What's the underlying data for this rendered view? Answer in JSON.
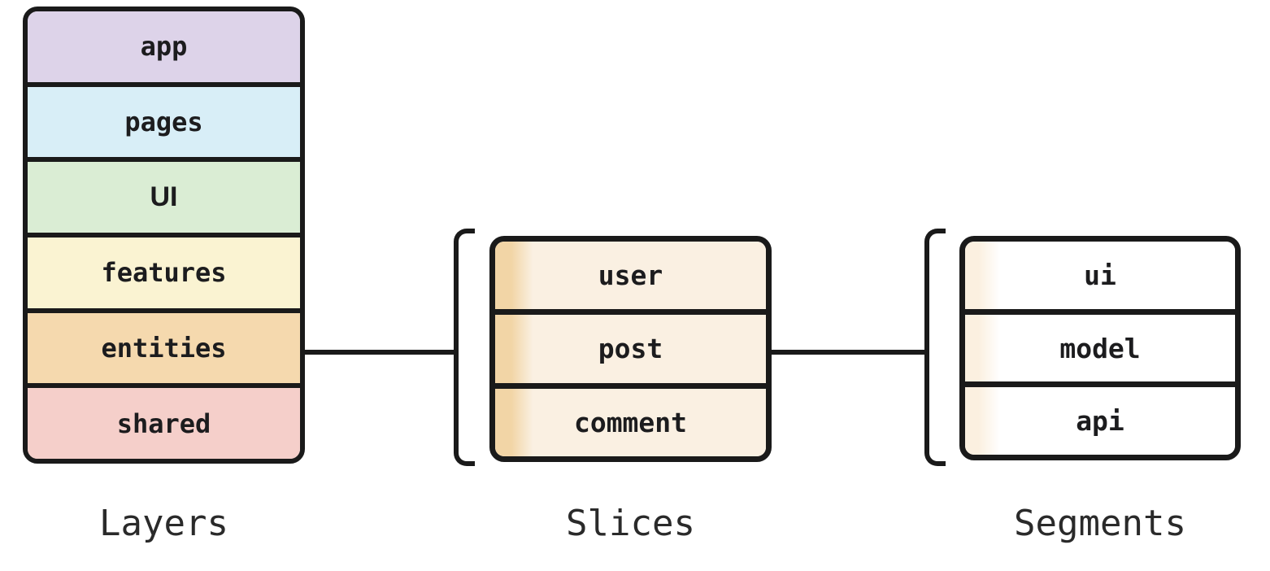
{
  "page": {
    "background_color": "#ffffff",
    "line_color": "#1a1a1a",
    "text_color": "#1c1c1e"
  },
  "columns": [
    {
      "name": "layers",
      "caption": "Layers",
      "rows": [
        {
          "label": "app",
          "color": "#ddd3e9"
        },
        {
          "label": "pages",
          "color": "#d8eef7"
        },
        {
          "label": "UI",
          "color": "#daedd4"
        },
        {
          "label": "features",
          "color": "#faf3d2"
        },
        {
          "label": "entities",
          "color": "#f5d9ae"
        },
        {
          "label": "shared",
          "color": "#f5cfca"
        }
      ]
    },
    {
      "name": "slices",
      "caption": "Slices",
      "rows": [
        {
          "label": "user"
        },
        {
          "label": "post"
        },
        {
          "label": "comment"
        }
      ],
      "row_base_color": "#faf0e2",
      "row_edge_tint": "#f2d5a6",
      "row_background_css": "linear-gradient(90deg, #f2d5a6 0%, #f2d5a6 6%, #faf0e2 14%)"
    },
    {
      "name": "segments",
      "caption": "Segments",
      "rows": [
        {
          "label": "ui"
        },
        {
          "label": "model"
        },
        {
          "label": "api"
        }
      ],
      "row_base_color": "#ffffff",
      "row_edge_tint": "#fbf0e0",
      "row_background_css": "linear-gradient(90deg, #fbf0e0 0%, #fbf0e0 5%, #ffffff 13%)"
    }
  ]
}
